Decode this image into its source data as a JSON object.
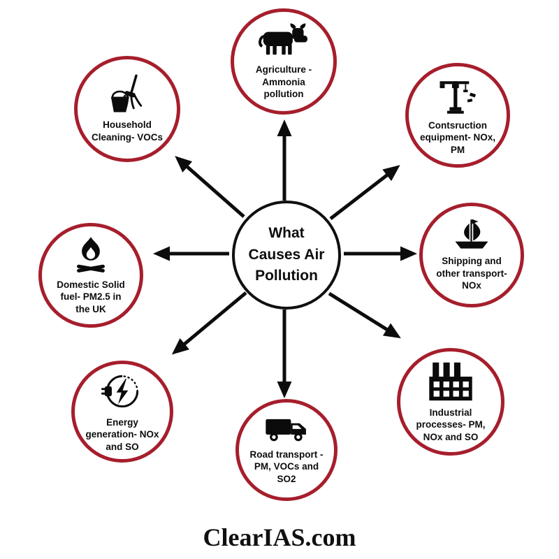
{
  "title": "What Causes Air Pollution",
  "footer": {
    "brand": "ClearIAS.com"
  },
  "theme": {
    "node_border_color": "#a61e2c",
    "center_border_color": "#101010",
    "arrow_color": "#0c0c0c",
    "background": "#ffffff",
    "text_color": "#0d0d0d"
  },
  "nodes": [
    {
      "id": "agriculture",
      "icon": "cow-icon",
      "label": "Agriculture - Ammonia pollution",
      "position": "top"
    },
    {
      "id": "construction-equipment",
      "icon": "tower-crane-icon",
      "label": "Contsruction equipment- NOx, PM",
      "position": "top-right"
    },
    {
      "id": "shipping-transport",
      "icon": "sailing-ship-icon",
      "label": "Shipping and other transport- NOx",
      "position": "right"
    },
    {
      "id": "industrial-processes",
      "icon": "factory-icon",
      "label": "Industrial processes- PM, NOx and SO",
      "position": "bottom-right"
    },
    {
      "id": "road-transport",
      "icon": "truck-icon",
      "label": "Road transport - PM, VOCs and SO2",
      "position": "bottom"
    },
    {
      "id": "energy-generation",
      "icon": "power-plug-icon",
      "label": "Energy generation- NOx and SO",
      "position": "bottom-left"
    },
    {
      "id": "domestic-solid-fuel",
      "icon": "campfire-icon",
      "label": "Domestic Solid fuel- PM2.5 in the UK",
      "position": "left"
    },
    {
      "id": "household-cleaning",
      "icon": "mop-bucket-icon",
      "label": "Household Cleaning- VOCs",
      "position": "top-left"
    }
  ]
}
